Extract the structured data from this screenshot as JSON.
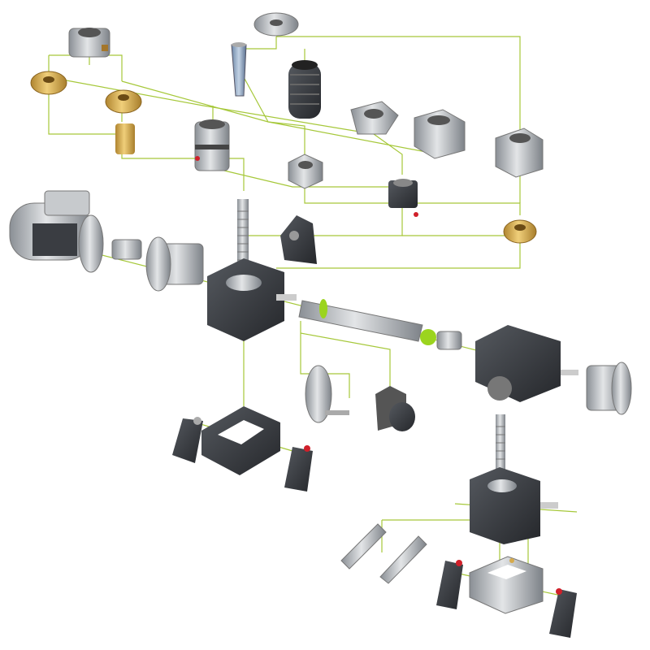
{
  "colors": {
    "background": "#ffffff",
    "connector": "#a6c83a",
    "metal": "#b9bdc1",
    "metal_dark": "#7d8288",
    "housing": "#3b3e43",
    "brass": "#d6aa4c",
    "accent_red": "#d0202a",
    "accent_green": "#9bd41e"
  },
  "parts": [
    "mounting-flange-top",
    "clamp-collar",
    "protective-spring-cover",
    "bellows-boot",
    "flange-nut-brass-1",
    "flange-nut-brass-2",
    "cylindrical-nut-brass",
    "safety-nut-steel",
    "pivot-bearing-block",
    "bearing-housing-1",
    "bearing-housing-2",
    "trapezoidal-nut-compact",
    "ball-screw-nut",
    "flange-nut-brass-3",
    "electric-motor",
    "motor-coupling",
    "motor-flange",
    "screw-jack-main",
    "pillow-block-top",
    "connecting-shaft",
    "coupling-spider",
    "shaft-coupling",
    "bevel-gearbox",
    "gearbox-motor-adapter",
    "handwheel",
    "rotary-encoder",
    "mounting-frame",
    "pillow-block-left",
    "pillow-block-right",
    "screw-jack-small",
    "fixing-plate-1",
    "fixing-plate-2",
    "mounting-frame-small",
    "pillow-block-small-left",
    "pillow-block-small-right"
  ]
}
